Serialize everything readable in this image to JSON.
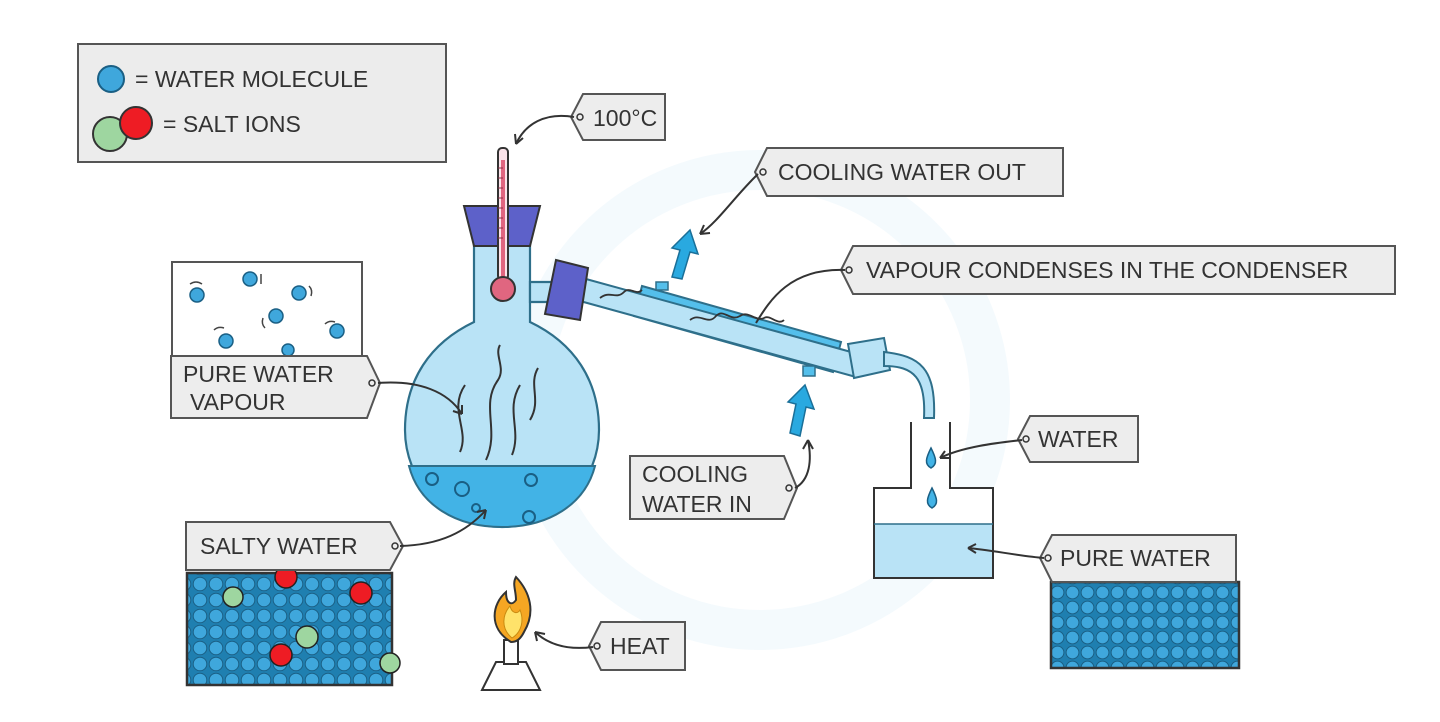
{
  "legend": {
    "water_molecule": "= WATER  MOLECULE",
    "salt_ions": "= SALT   IONS"
  },
  "labels": {
    "temperature": "100°C",
    "cooling_water_out": "COOLING WATER OUT",
    "vapour_condenses": "VAPOUR CONDENSES IN THE CONDENSER",
    "pure_water_vapour_line1": "PURE WATER",
    "pure_water_vapour_line2": "VAPOUR",
    "salty_water": "SALTY WATER",
    "cooling_water_in_line1": "COOLING",
    "cooling_water_in_line2": "WATER IN",
    "water": "WATER",
    "pure_water": "PURE WATER",
    "heat": "HEAT"
  },
  "colors": {
    "water_molecule": "#3fa7dc",
    "salt_ion_red": "#ee1c24",
    "salt_ion_green": "#9ed6a0",
    "liquid": "#42b3e6",
    "flask_glass": "#b9e3f6",
    "condenser_jacket": "#54bfeb",
    "stopper": "#5d61c9",
    "arrow": "#29a9e0",
    "thermometer": "#e06680",
    "flame_outer": "#f5a623",
    "flame_inner": "#ffe26a",
    "label_bg": "#ededed"
  }
}
